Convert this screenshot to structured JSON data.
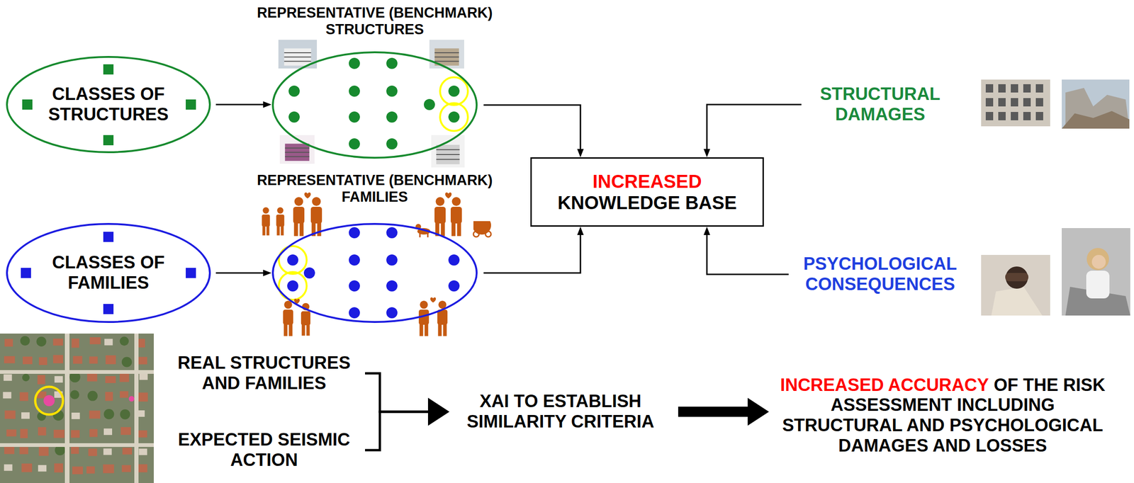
{
  "diagram": {
    "nodes": [
      {
        "text": [
          "CLASSES OF STRUCTURES"
        ]
      },
      {
        "text": [
          "REPRESENTATIVE (BENCHMARK) STRUCTURES"
        ]
      },
      {
        "text": [
          "CLASSES OF FAMILIES"
        ]
      },
      {
        "text": [
          "REPRESENTATIVE (BENCHMARK) FAMILIES"
        ]
      },
      {
        "text": [
          "INCREASED",
          "KNOWLEDGE BASE"
        ]
      },
      {
        "text": [
          "STRUCTURAL DAMAGES"
        ]
      },
      {
        "text": [
          "PSYCHOLOGICAL CONSEQUENCES"
        ]
      },
      {
        "text": [
          "REAL STRUCTURES AND FAMILIES"
        ]
      },
      {
        "text": [
          "EXPECTED SEISMIC ACTION"
        ]
      },
      {
        "text": [
          "XAI TO ESTABLISH SIMILARITY CRITERIA"
        ]
      },
      {
        "text": [
          "INCREASED ACCURACY",
          "OF THE RISK ASSESSMENT INCLUDING STRUCTURAL AND PSYCHOLOGICAL DAMAGES AND LOSSES"
        ]
      }
    ],
    "edges": [
      {
        "from": 0,
        "to": 1,
        "arrow": "to"
      },
      {
        "from": 2,
        "to": 3,
        "arrow": "to"
      },
      {
        "from": 1,
        "to": 4,
        "arrow": "to"
      },
      {
        "from": 3,
        "to": 4,
        "arrow": "to"
      },
      {
        "from": 5,
        "to": 4,
        "arrow": "to"
      },
      {
        "from": 6,
        "to": 4,
        "arrow": "to"
      },
      {
        "from": 7,
        "to": 9,
        "arrow": "to"
      },
      {
        "from": 8,
        "to": 9,
        "arrow": "to"
      },
      {
        "from": 9,
        "to": 10,
        "arrow": "to"
      }
    ]
  }
}
